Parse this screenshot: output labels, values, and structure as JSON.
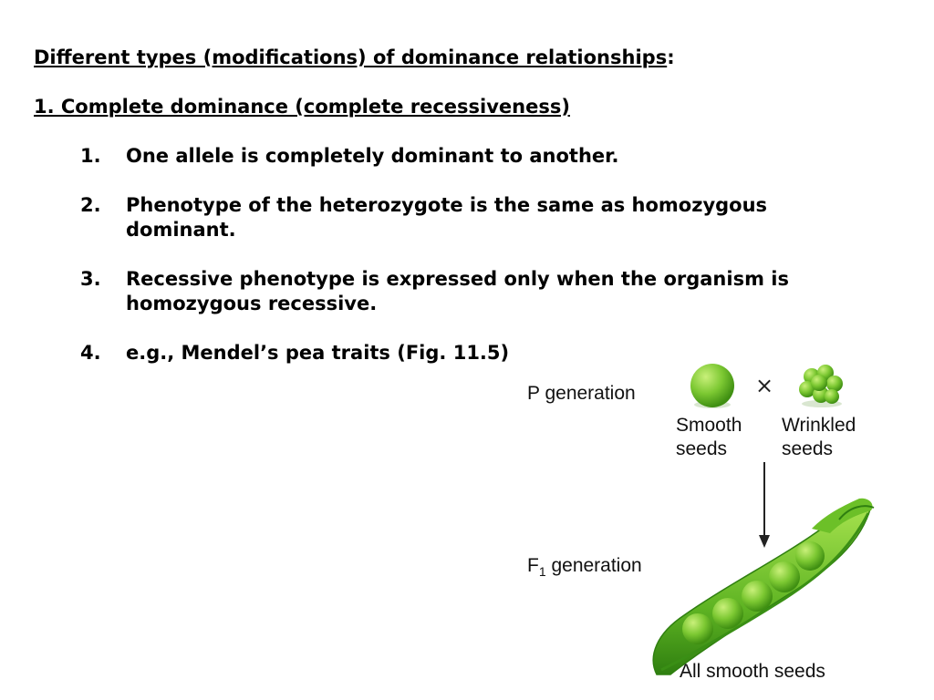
{
  "slide": {
    "title": "Different types (modifications) of dominance relationships",
    "title_suffix": ":",
    "subheading": "1. Complete dominance (complete recessiveness)",
    "items": [
      {
        "num": "1.",
        "text": "One allele is completely dominant to another."
      },
      {
        "num": "2.",
        "text": "Phenotype of the heterozygote is the same as homozygous dominant."
      },
      {
        "num": "3.",
        "text": "Recessive phenotype is expressed only when the organism is homozygous recessive."
      },
      {
        "num": "4.",
        "text": "e.g., Mendel’s pea traits (Fig. 11.5)"
      }
    ]
  },
  "figure": {
    "p_generation": "P generation",
    "cross_symbol": "×",
    "smooth_line1": "Smooth",
    "smooth_line2": "seeds",
    "wrinkled_line1": "Wrinkled",
    "wrinkled_line2": "seeds",
    "f1_prefix": "F",
    "f1_sub": "1",
    "f1_suffix": " generation",
    "result": "All smooth seeds",
    "colors": {
      "pea_light": "#c9f07a",
      "pea_mid": "#7cc832",
      "pea_dark": "#3f8f12",
      "pod_dark": "#2f7f10"
    }
  }
}
